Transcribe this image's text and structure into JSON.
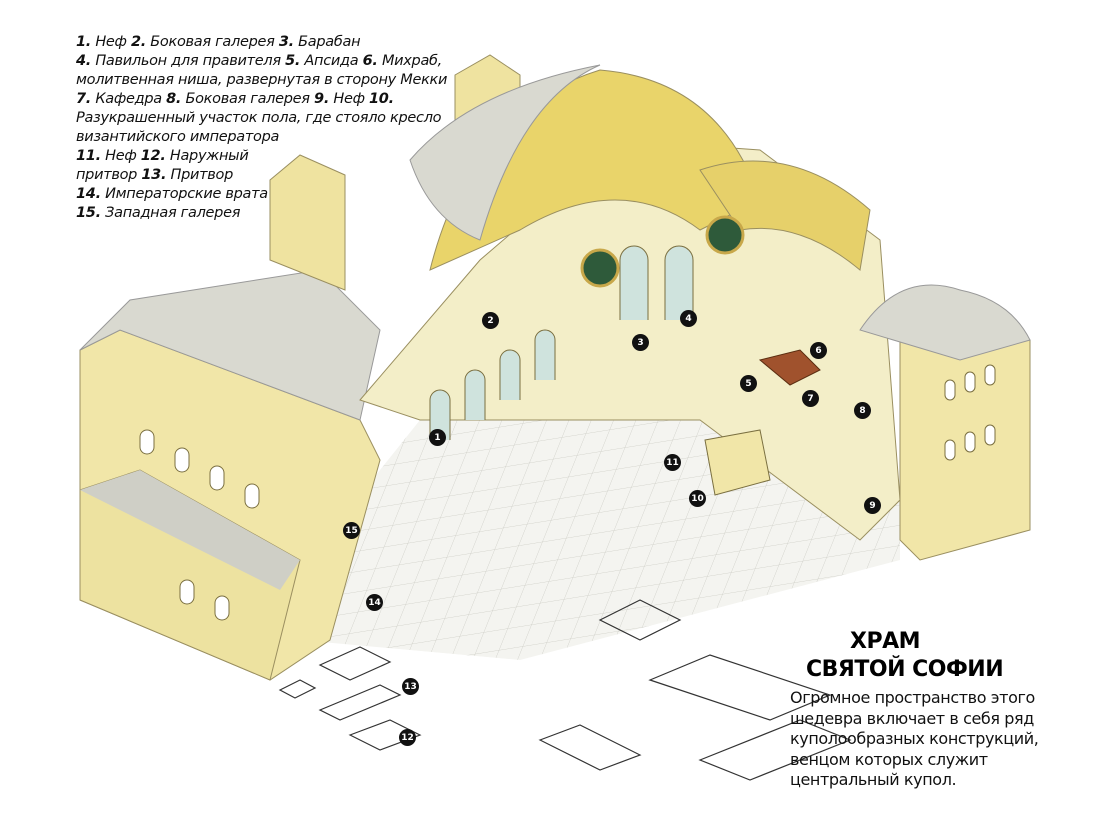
{
  "legend": {
    "items": [
      {
        "num": "1.",
        "text": "Неф"
      },
      {
        "num": "2.",
        "text": "Боковая галерея"
      },
      {
        "num": "3.",
        "text": "Барабан"
      },
      {
        "num": "4.",
        "text": "Павильон для правителя"
      },
      {
        "num": "5.",
        "text": "Апсида"
      },
      {
        "num": "6.",
        "text": "Михраб, молитвенная ниша, развернутая в сторону Мекки"
      },
      {
        "num": "7.",
        "text": "Кафедра"
      },
      {
        "num": "8.",
        "text": "Боковая галерея"
      },
      {
        "num": "9.",
        "text": "Неф"
      },
      {
        "num": "10.",
        "text": "Разукрашенный участок пола, где стояло кресло византийского императора"
      },
      {
        "num": "11.",
        "text": "Неф"
      },
      {
        "num": "12.",
        "text": "Наружный притвор"
      },
      {
        "num": "13.",
        "text": "Притвор"
      },
      {
        "num": "14.",
        "text": "Императорские врата"
      },
      {
        "num": "15.",
        "text": "Западная галерея"
      }
    ]
  },
  "title": {
    "line1": "ХРАМ",
    "line2": "СВЯТОЙ СОФИИ"
  },
  "description": "Огромное пространство этого шедевра включает в себя ряд куполообразных конструкций, венцом которых служит центральный купол.",
  "markers": [
    "1",
    "2",
    "3",
    "4",
    "5",
    "6",
    "7",
    "8",
    "9",
    "10",
    "11",
    "12",
    "13",
    "14",
    "15"
  ],
  "colors": {
    "wall": "#f1e6a8",
    "gold": "#e9d46a",
    "roof": "#d9d9d0",
    "floor": "#f4f4f0",
    "marker": "#111111"
  }
}
